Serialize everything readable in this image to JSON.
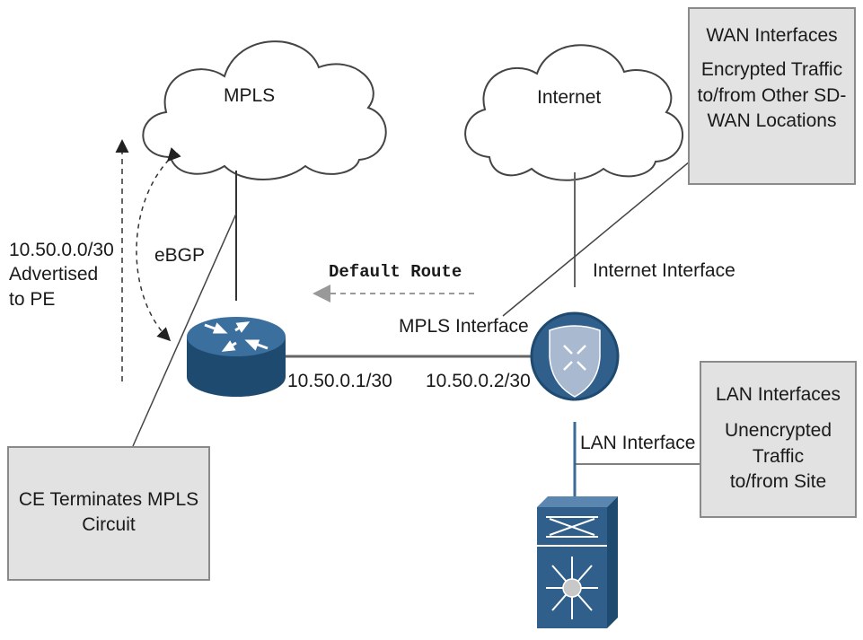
{
  "clouds": {
    "mpls": "MPLS",
    "internet": "Internet"
  },
  "labels": {
    "ebgp": "eBGP",
    "advertised": [
      "10.50.0.0/30",
      "Advertised",
      "to PE"
    ],
    "default_route": "Default Route",
    "internet_interface": "Internet Interface",
    "mpls_interface": "MPLS Interface",
    "ce_ip": "10.50.0.1/30",
    "sdwan_ip": "10.50.0.2/30",
    "lan_interface": "LAN Interface"
  },
  "callouts": {
    "wan": [
      "WAN Interfaces",
      "Encrypted Traffic",
      "to/from Other SD-",
      "WAN Locations"
    ],
    "lan": [
      "LAN Interfaces",
      "Unencrypted Traffic",
      "to/from Site"
    ],
    "ce": [
      "CE Terminates MPLS",
      "Circuit"
    ]
  },
  "colors": {
    "device_blue": "#2f5f8a",
    "device_dark": "#1f4a70",
    "shield": "#a9b9cf",
    "callout_fill": "#e2e2e2",
    "line": "#555555"
  },
  "icons": {
    "ce_router": "router-icon",
    "sdwan_edge": "sdwan-shield-router-icon",
    "lan_switch": "layer3-switch-icon"
  }
}
